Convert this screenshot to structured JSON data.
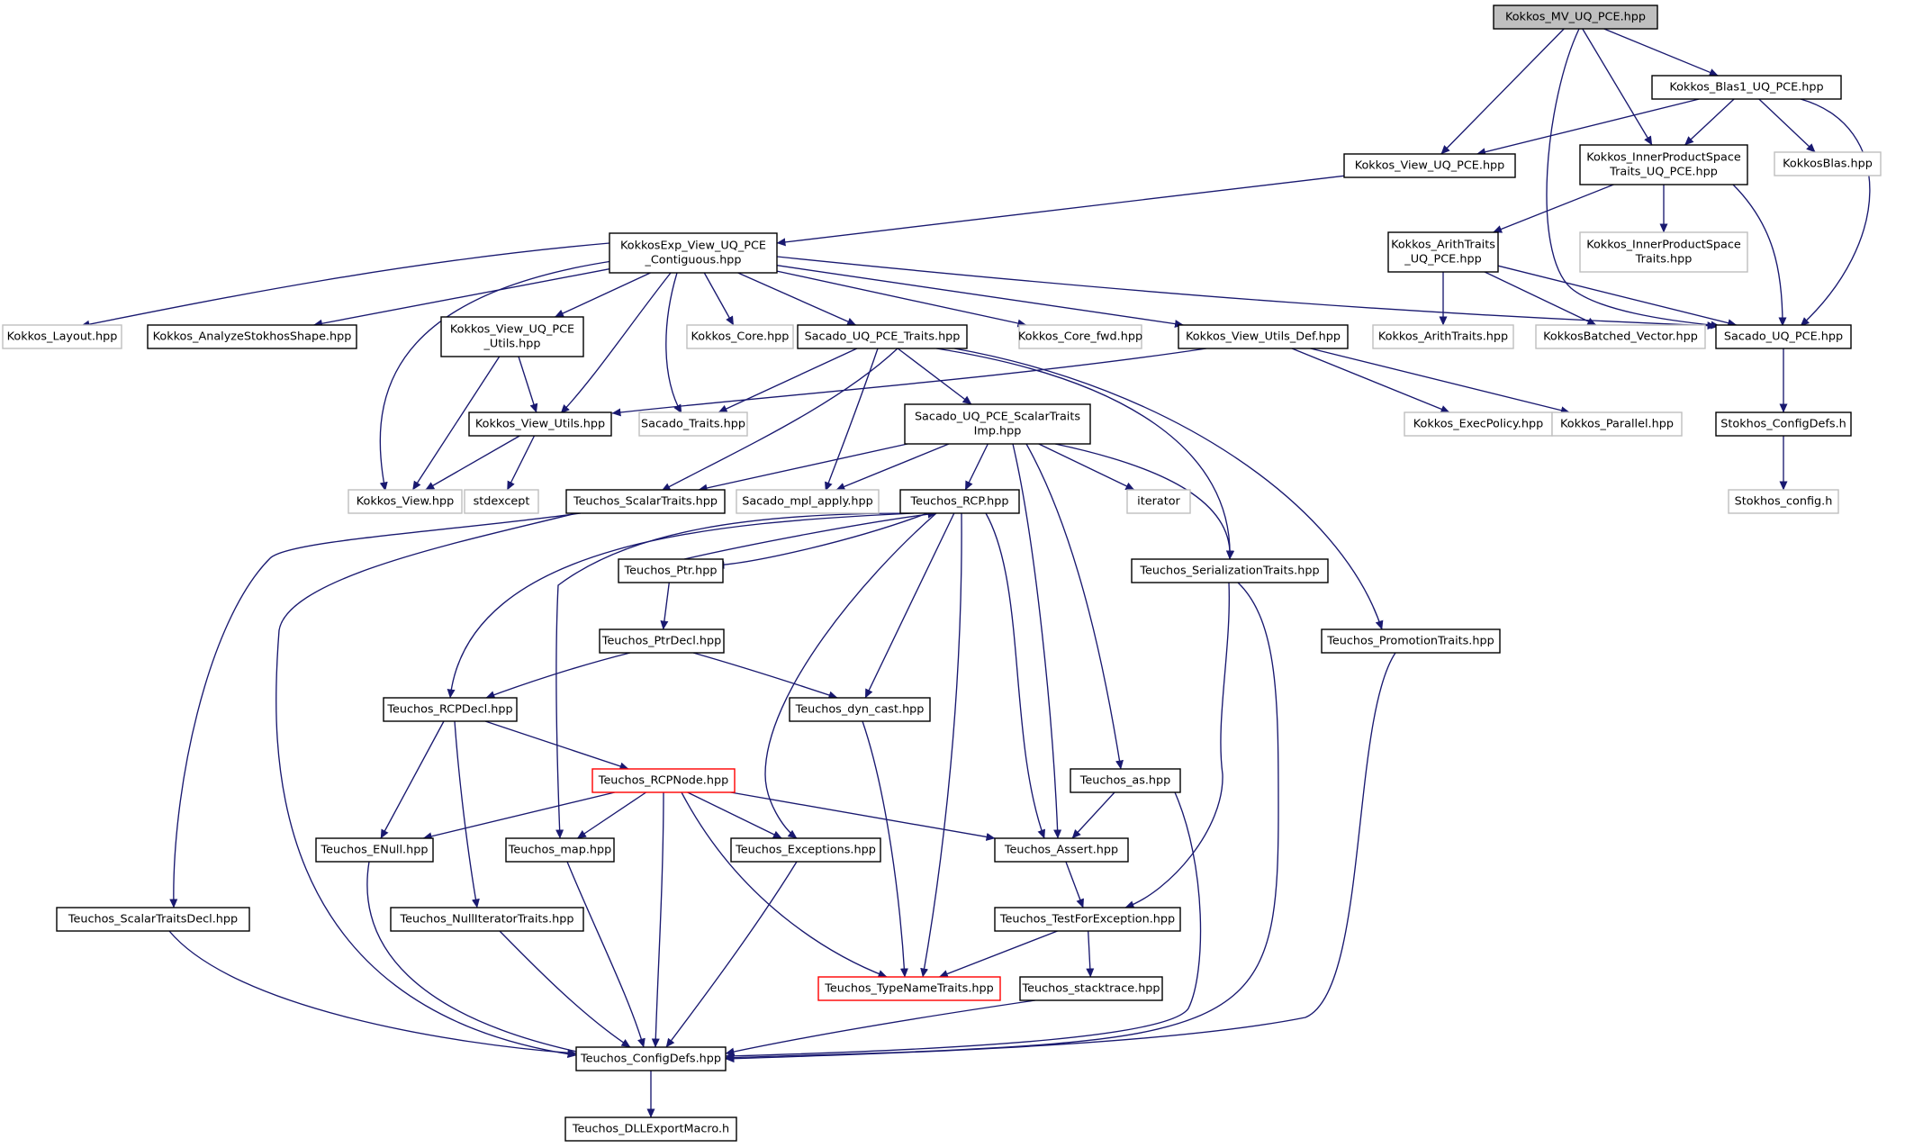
{
  "colors": {
    "edge": "#191970",
    "root_fill": "#bfbfbf",
    "node_border": "#000000",
    "external_border": "#bfbfbf",
    "truncated_border": "#ff0000",
    "background": "#ffffff"
  },
  "nodes": [
    {
      "id": "mv_uq_pce",
      "lines": [
        "Kokkos_MV_UQ_PCE.hpp"
      ],
      "kind": "root"
    },
    {
      "id": "blas1_uq_pce",
      "lines": [
        "Kokkos_Blas1_UQ_PCE.hpp"
      ],
      "kind": "normal"
    },
    {
      "id": "view_uq_pce",
      "lines": [
        "Kokkos_View_UQ_PCE.hpp"
      ],
      "kind": "normal"
    },
    {
      "id": "innerproduct_uq_pce",
      "lines": [
        "Kokkos_InnerProductSpace",
        "Traits_UQ_PCE.hpp"
      ],
      "kind": "normal"
    },
    {
      "id": "kokkosblas",
      "lines": [
        "KokkosBlas.hpp"
      ],
      "kind": "external"
    },
    {
      "id": "kokkosexp_view",
      "lines": [
        "KokkosExp_View_UQ_PCE",
        "_Contiguous.hpp"
      ],
      "kind": "normal"
    },
    {
      "id": "arithtraits_uq_pce",
      "lines": [
        "Kokkos_ArithTraits",
        "_UQ_PCE.hpp"
      ],
      "kind": "normal"
    },
    {
      "id": "innerproduct_traits",
      "lines": [
        "Kokkos_InnerProductSpace",
        "Traits.hpp"
      ],
      "kind": "external"
    },
    {
      "id": "layout",
      "lines": [
        "Kokkos_Layout.hpp"
      ],
      "kind": "external"
    },
    {
      "id": "analyze",
      "lines": [
        "Kokkos_AnalyzeStokhosShape.hpp"
      ],
      "kind": "normal"
    },
    {
      "id": "view_uq_pce_utils",
      "lines": [
        "Kokkos_View_UQ_PCE",
        "_Utils.hpp"
      ],
      "kind": "normal"
    },
    {
      "id": "core",
      "lines": [
        "Kokkos_Core.hpp"
      ],
      "kind": "external"
    },
    {
      "id": "sacado_uq_pce_traits",
      "lines": [
        "Sacado_UQ_PCE_Traits.hpp"
      ],
      "kind": "normal"
    },
    {
      "id": "core_fwd",
      "lines": [
        "Kokkos_Core_fwd.hpp"
      ],
      "kind": "external"
    },
    {
      "id": "view_utils_def",
      "lines": [
        "Kokkos_View_Utils_Def.hpp"
      ],
      "kind": "normal"
    },
    {
      "id": "arithtraits",
      "lines": [
        "Kokkos_ArithTraits.hpp"
      ],
      "kind": "external"
    },
    {
      "id": "batched_vector",
      "lines": [
        "KokkosBatched_Vector.hpp"
      ],
      "kind": "external"
    },
    {
      "id": "sacado_uq_pce",
      "lines": [
        "Sacado_UQ_PCE.hpp"
      ],
      "kind": "normal"
    },
    {
      "id": "view_utils",
      "lines": [
        "Kokkos_View_Utils.hpp"
      ],
      "kind": "normal"
    },
    {
      "id": "sacado_traits",
      "lines": [
        "Sacado_Traits.hpp"
      ],
      "kind": "external"
    },
    {
      "id": "scalartraits_imp",
      "lines": [
        "Sacado_UQ_PCE_ScalarTraits",
        "Imp.hpp"
      ],
      "kind": "normal"
    },
    {
      "id": "execpolicy",
      "lines": [
        "Kokkos_ExecPolicy.hpp"
      ],
      "kind": "external"
    },
    {
      "id": "parallel",
      "lines": [
        "Kokkos_Parallel.hpp"
      ],
      "kind": "external"
    },
    {
      "id": "stokhos_configdefs",
      "lines": [
        "Stokhos_ConfigDefs.h"
      ],
      "kind": "normal"
    },
    {
      "id": "kokkos_view",
      "lines": [
        "Kokkos_View.hpp"
      ],
      "kind": "external"
    },
    {
      "id": "stdexcept",
      "lines": [
        "stdexcept"
      ],
      "kind": "external"
    },
    {
      "id": "teuchos_scalartraits",
      "lines": [
        "Teuchos_ScalarTraits.hpp"
      ],
      "kind": "normal"
    },
    {
      "id": "mpl_apply",
      "lines": [
        "Sacado_mpl_apply.hpp"
      ],
      "kind": "external"
    },
    {
      "id": "rcp",
      "lines": [
        "Teuchos_RCP.hpp"
      ],
      "kind": "normal"
    },
    {
      "id": "iterator",
      "lines": [
        "iterator"
      ],
      "kind": "external"
    },
    {
      "id": "stokhos_config",
      "lines": [
        "Stokhos_config.h"
      ],
      "kind": "external"
    },
    {
      "id": "ptr",
      "lines": [
        "Teuchos_Ptr.hpp"
      ],
      "kind": "normal"
    },
    {
      "id": "serialization",
      "lines": [
        "Teuchos_SerializationTraits.hpp"
      ],
      "kind": "normal"
    },
    {
      "id": "ptrdecl",
      "lines": [
        "Teuchos_PtrDecl.hpp"
      ],
      "kind": "normal"
    },
    {
      "id": "promotion",
      "lines": [
        "Teuchos_PromotionTraits.hpp"
      ],
      "kind": "normal"
    },
    {
      "id": "rcpdecl",
      "lines": [
        "Teuchos_RCPDecl.hpp"
      ],
      "kind": "normal"
    },
    {
      "id": "dyn_cast",
      "lines": [
        "Teuchos_dyn_cast.hpp"
      ],
      "kind": "normal"
    },
    {
      "id": "rcpnode",
      "lines": [
        "Teuchos_RCPNode.hpp"
      ],
      "kind": "truncated"
    },
    {
      "id": "as",
      "lines": [
        "Teuchos_as.hpp"
      ],
      "kind": "normal"
    },
    {
      "id": "enull",
      "lines": [
        "Teuchos_ENull.hpp"
      ],
      "kind": "normal"
    },
    {
      "id": "map",
      "lines": [
        "Teuchos_map.hpp"
      ],
      "kind": "normal"
    },
    {
      "id": "exceptions",
      "lines": [
        "Teuchos_Exceptions.hpp"
      ],
      "kind": "normal"
    },
    {
      "id": "assert",
      "lines": [
        "Teuchos_Assert.hpp"
      ],
      "kind": "normal"
    },
    {
      "id": "scalartraitsdecl",
      "lines": [
        "Teuchos_ScalarTraitsDecl.hpp"
      ],
      "kind": "normal"
    },
    {
      "id": "nulliterator",
      "lines": [
        "Teuchos_NullIteratorTraits.hpp"
      ],
      "kind": "normal"
    },
    {
      "id": "testforexception",
      "lines": [
        "Teuchos_TestForException.hpp"
      ],
      "kind": "normal"
    },
    {
      "id": "typenametraits",
      "lines": [
        "Teuchos_TypeNameTraits.hpp"
      ],
      "kind": "truncated"
    },
    {
      "id": "stacktrace",
      "lines": [
        "Teuchos_stacktrace.hpp"
      ],
      "kind": "normal"
    },
    {
      "id": "teuchos_configdefs",
      "lines": [
        "Teuchos_ConfigDefs.hpp"
      ],
      "kind": "normal"
    },
    {
      "id": "dllexport",
      "lines": [
        "Teuchos_DLLExportMacro.h"
      ],
      "kind": "normal"
    }
  ],
  "edges": [
    [
      "mv_uq_pce",
      "blas1_uq_pce"
    ],
    [
      "mv_uq_pce",
      "view_uq_pce"
    ],
    [
      "mv_uq_pce",
      "innerproduct_uq_pce"
    ],
    [
      "mv_uq_pce",
      "sacado_uq_pce"
    ],
    [
      "blas1_uq_pce",
      "view_uq_pce"
    ],
    [
      "blas1_uq_pce",
      "innerproduct_uq_pce"
    ],
    [
      "blas1_uq_pce",
      "kokkosblas"
    ],
    [
      "blas1_uq_pce",
      "sacado_uq_pce"
    ],
    [
      "view_uq_pce",
      "kokkosexp_view"
    ],
    [
      "innerproduct_uq_pce",
      "arithtraits_uq_pce"
    ],
    [
      "innerproduct_uq_pce",
      "innerproduct_traits"
    ],
    [
      "innerproduct_uq_pce",
      "sacado_uq_pce"
    ],
    [
      "kokkosexp_view",
      "layout"
    ],
    [
      "kokkosexp_view",
      "analyze"
    ],
    [
      "kokkosexp_view",
      "view_uq_pce_utils"
    ],
    [
      "kokkosexp_view",
      "kokkos_view"
    ],
    [
      "kokkosexp_view",
      "view_utils"
    ],
    [
      "kokkosexp_view",
      "sacado_traits"
    ],
    [
      "kokkosexp_view",
      "core"
    ],
    [
      "kokkosexp_view",
      "sacado_uq_pce_traits"
    ],
    [
      "kokkosexp_view",
      "core_fwd"
    ],
    [
      "kokkosexp_view",
      "view_utils_def"
    ],
    [
      "kokkosexp_view",
      "sacado_uq_pce"
    ],
    [
      "arithtraits_uq_pce",
      "arithtraits"
    ],
    [
      "arithtraits_uq_pce",
      "batched_vector"
    ],
    [
      "arithtraits_uq_pce",
      "sacado_uq_pce"
    ],
    [
      "view_uq_pce_utils",
      "view_utils"
    ],
    [
      "view_uq_pce_utils",
      "kokkos_view"
    ],
    [
      "sacado_uq_pce_traits",
      "sacado_traits"
    ],
    [
      "sacado_uq_pce_traits",
      "teuchos_scalartraits"
    ],
    [
      "sacado_uq_pce_traits",
      "mpl_apply"
    ],
    [
      "sacado_uq_pce_traits",
      "scalartraits_imp"
    ],
    [
      "sacado_uq_pce_traits",
      "serialization"
    ],
    [
      "sacado_uq_pce_traits",
      "promotion"
    ],
    [
      "view_utils_def",
      "view_utils"
    ],
    [
      "view_utils_def",
      "execpolicy"
    ],
    [
      "view_utils_def",
      "parallel"
    ],
    [
      "sacado_uq_pce",
      "stokhos_configdefs"
    ],
    [
      "stokhos_configdefs",
      "stokhos_config"
    ],
    [
      "view_utils",
      "kokkos_view"
    ],
    [
      "view_utils",
      "stdexcept"
    ],
    [
      "scalartraits_imp",
      "teuchos_scalartraits"
    ],
    [
      "scalartraits_imp",
      "mpl_apply"
    ],
    [
      "scalartraits_imp",
      "rcp"
    ],
    [
      "scalartraits_imp",
      "iterator"
    ],
    [
      "scalartraits_imp",
      "serialization"
    ],
    [
      "scalartraits_imp",
      "assert"
    ],
    [
      "scalartraits_imp",
      "as"
    ],
    [
      "teuchos_scalartraits",
      "scalartraitsdecl"
    ],
    [
      "teuchos_scalartraits",
      "teuchos_configdefs"
    ],
    [
      "rcp",
      "ptr"
    ],
    [
      "rcp",
      "rcpdecl"
    ],
    [
      "rcp",
      "map"
    ],
    [
      "rcp",
      "exceptions"
    ],
    [
      "rcp",
      "dyn_cast"
    ],
    [
      "rcp",
      "typenametraits"
    ],
    [
      "rcp",
      "assert"
    ],
    [
      "ptr",
      "rcp"
    ],
    [
      "ptr",
      "ptrdecl"
    ],
    [
      "ptrdecl",
      "rcpdecl"
    ],
    [
      "ptrdecl",
      "dyn_cast"
    ],
    [
      "rcpdecl",
      "rcpnode"
    ],
    [
      "rcpdecl",
      "enull"
    ],
    [
      "rcpdecl",
      "nulliterator"
    ],
    [
      "dyn_cast",
      "typenametraits"
    ],
    [
      "rcpnode",
      "enull"
    ],
    [
      "rcpnode",
      "map"
    ],
    [
      "rcpnode",
      "exceptions"
    ],
    [
      "rcpnode",
      "assert"
    ],
    [
      "rcpnode",
      "teuchos_configdefs"
    ],
    [
      "rcpnode",
      "typenametraits"
    ],
    [
      "serialization",
      "testforexception"
    ],
    [
      "serialization",
      "teuchos_configdefs"
    ],
    [
      "promotion",
      "teuchos_configdefs"
    ],
    [
      "as",
      "assert"
    ],
    [
      "as",
      "teuchos_configdefs"
    ],
    [
      "enull",
      "teuchos_configdefs"
    ],
    [
      "map",
      "teuchos_configdefs"
    ],
    [
      "exceptions",
      "teuchos_configdefs"
    ],
    [
      "assert",
      "testforexception"
    ],
    [
      "scalartraitsdecl",
      "teuchos_configdefs"
    ],
    [
      "nulliterator",
      "teuchos_configdefs"
    ],
    [
      "testforexception",
      "typenametraits"
    ],
    [
      "testforexception",
      "stacktrace"
    ],
    [
      "stacktrace",
      "teuchos_configdefs"
    ],
    [
      "teuchos_configdefs",
      "dllexport"
    ]
  ]
}
